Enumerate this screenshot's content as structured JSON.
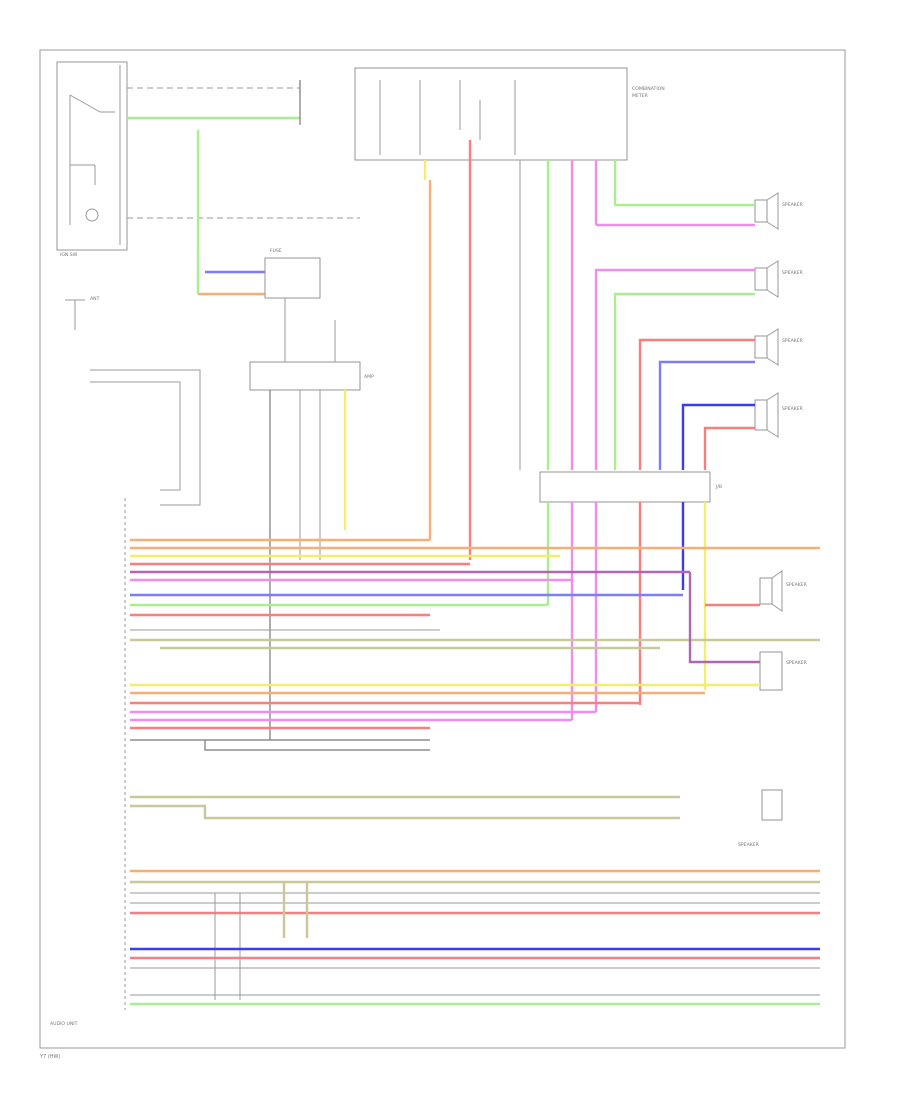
{
  "diagram": {
    "footer_code": "Y7 (HW)",
    "wire_colors": {
      "yellow": "#f4ec6e",
      "orange": "#f6b077",
      "pink": "#f08cf0",
      "green": "#a8ef8f",
      "lt_green": "#9af58a",
      "red": "#f77f7f",
      "blue": "#7d7df6",
      "navy": "#3b3bf2",
      "purple": "#b464b4",
      "olive": "#c8c89a",
      "gray": "#b8b8b8",
      "dark_gray": "#6f6f6f"
    },
    "components": [
      {
        "id": "ignition-switch",
        "label": "IGN SW"
      },
      {
        "id": "combination-meter",
        "label": "COMBINATION METER"
      },
      {
        "id": "front-speaker-right",
        "label": "SPEAKER"
      },
      {
        "id": "front-speaker-left",
        "label": "SPEAKER"
      },
      {
        "id": "rear-speaker-right",
        "label": "SPEAKER"
      },
      {
        "id": "rear-speaker-left",
        "label": "SPEAKER"
      },
      {
        "id": "junction-block",
        "label": "J/B"
      },
      {
        "id": "fuse-block",
        "label": "FUSE"
      },
      {
        "id": "radio-amplifier",
        "label": "AMP"
      },
      {
        "id": "antenna",
        "label": "ANT"
      },
      {
        "id": "audio-unit",
        "label": "AUDIO UNIT"
      }
    ]
  }
}
